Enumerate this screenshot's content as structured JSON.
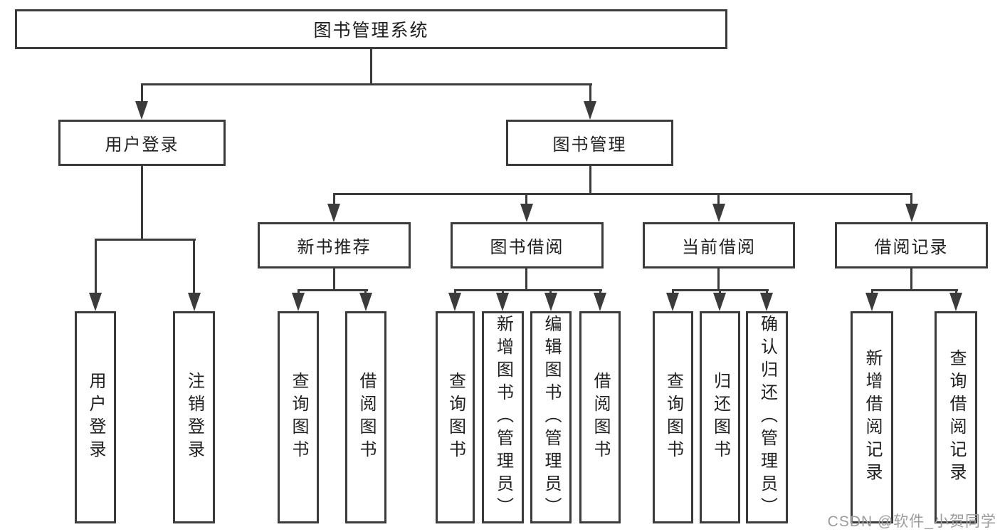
{
  "diagram": {
    "root": {
      "label": "图书管理系统"
    },
    "level2": [
      {
        "label": "用户登录"
      },
      {
        "label": "图书管理"
      }
    ],
    "level3": [
      {
        "label": "新书推荐",
        "parent": "图书管理"
      },
      {
        "label": "图书借阅",
        "parent": "图书管理"
      },
      {
        "label": "当前借阅",
        "parent": "图书管理"
      },
      {
        "label": "借阅记录",
        "parent": "图书管理"
      }
    ],
    "leaves": [
      {
        "label": "用户登录",
        "parent": "用户登录"
      },
      {
        "label": "注销登录",
        "parent": "用户登录"
      },
      {
        "label": "查询图书",
        "parent": "新书推荐"
      },
      {
        "label": "借阅图书",
        "parent": "新书推荐"
      },
      {
        "label": "查询图书",
        "parent": "图书借阅"
      },
      {
        "label": "新增图书（管理员）",
        "parent": "图书借阅"
      },
      {
        "label": "编辑图书（管理员）",
        "parent": "图书借阅"
      },
      {
        "label": "借阅图书",
        "parent": "图书借阅"
      },
      {
        "label": "查询图书",
        "parent": "当前借阅"
      },
      {
        "label": "归还图书",
        "parent": "当前借阅"
      },
      {
        "label": "确认归还（管理员）",
        "parent": "当前借阅"
      },
      {
        "label": "新增借阅记录",
        "parent": "借阅记录"
      },
      {
        "label": "查询借阅记录",
        "parent": "借阅记录"
      }
    ]
  },
  "watermark": {
    "text": "CSDN @软件_小贺同学"
  },
  "colors": {
    "line": "#3b3b3b",
    "text": "#1f1f1f",
    "watermark": "#9c9c9c",
    "background": "#ffffff"
  }
}
